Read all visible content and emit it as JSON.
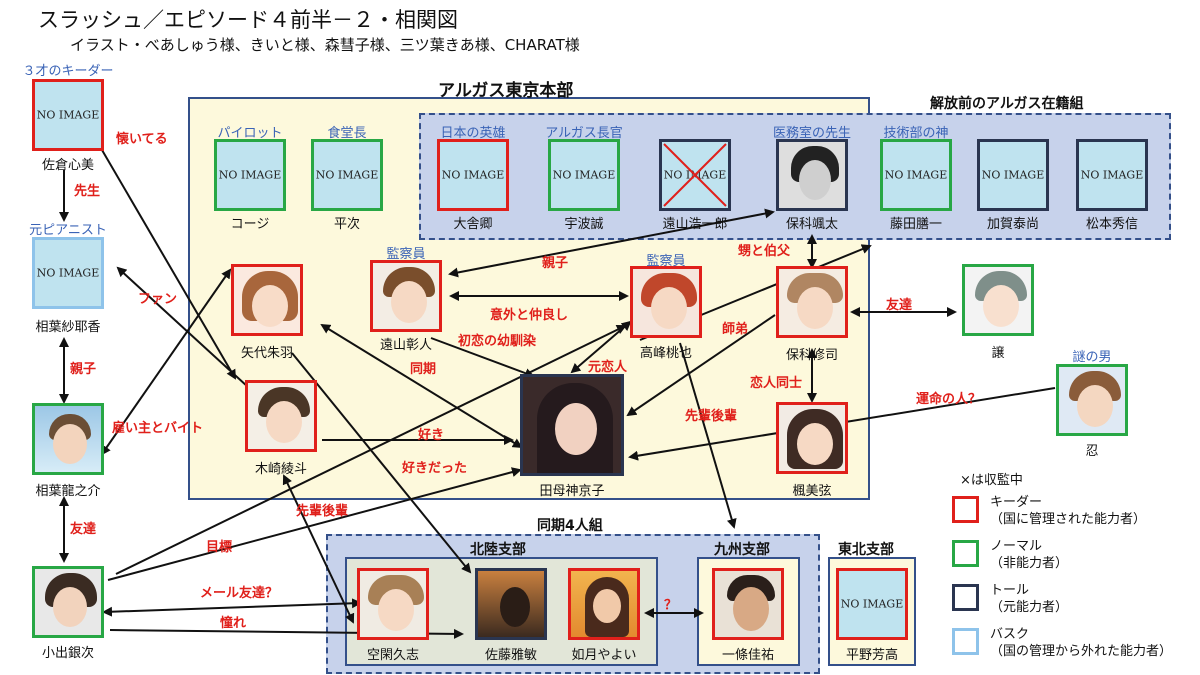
{
  "header": {
    "title": "スラッシュ／エピソード４前半－２・相関図",
    "credits": "イラスト・べあしゅう様、きいと様、森彗子様、三ツ葉きあ様、CHARAT様"
  },
  "regions": {
    "hq": "アルガス東京本部",
    "prelib": "解放前のアルガス在籍組",
    "doki": "同期4人組",
    "hokuriku": "北陸支部",
    "kyushu": "九州支部",
    "tohoku": "東北支部"
  },
  "placeholder": "NO IMAGE",
  "characters": [
    {
      "id": "sakura",
      "name": "佐倉心美",
      "role": "３才のキーダー",
      "type": "keeper",
      "photo": false
    },
    {
      "id": "aiba_sayaka",
      "name": "相葉紗耶香",
      "role": "元ピアニスト",
      "type": "bask",
      "photo": false
    },
    {
      "id": "aiba_ryu",
      "name": "相葉龍之介",
      "role": "",
      "type": "normal",
      "photo": true
    },
    {
      "id": "koide",
      "name": "小出銀次",
      "role": "",
      "type": "normal",
      "photo": true
    },
    {
      "id": "koji",
      "name": "コージ",
      "role": "パイロット",
      "type": "normal",
      "photo": false
    },
    {
      "id": "heiji",
      "name": "平次",
      "role": "食堂長",
      "type": "normal",
      "photo": false
    },
    {
      "id": "yashiro",
      "name": "矢代朱羽",
      "role": "",
      "type": "keeper",
      "photo": true
    },
    {
      "id": "kizaki",
      "name": "木崎綾斗",
      "role": "",
      "type": "keeper",
      "photo": true
    },
    {
      "id": "toyama_a",
      "name": "遠山彰人",
      "role": "監察員",
      "type": "keeper",
      "photo": true
    },
    {
      "id": "takamine",
      "name": "高峰桃也",
      "role": "監察員",
      "type": "keeper",
      "photo": true
    },
    {
      "id": "tamo",
      "name": "田母神京子",
      "role": "",
      "type": "toll",
      "photo": true
    },
    {
      "id": "hoshina_s",
      "name": "保科修司",
      "role": "",
      "type": "keeper",
      "photo": true
    },
    {
      "id": "kaede",
      "name": "楓美弦",
      "role": "",
      "type": "keeper",
      "photo": true
    },
    {
      "id": "daisha",
      "name": "大舎卿",
      "role": "日本の英雄",
      "type": "keeper",
      "photo": false
    },
    {
      "id": "hanami",
      "name": "宇波誠",
      "role": "アルガス長官",
      "type": "normal",
      "photo": false
    },
    {
      "id": "toyama_k",
      "name": "遠山浩一郎",
      "role": "",
      "type": "toll",
      "photo": false,
      "deceased": true
    },
    {
      "id": "hoshina_k",
      "name": "保科颯太",
      "role": "医務室の先生",
      "type": "toll",
      "photo": true
    },
    {
      "id": "fujita",
      "name": "藤田膳一",
      "role": "技術部の神",
      "type": "normal",
      "photo": false
    },
    {
      "id": "kaga",
      "name": "加賀泰尚",
      "role": "",
      "type": "toll",
      "photo": false
    },
    {
      "id": "matsumoto",
      "name": "松本秀信",
      "role": "",
      "type": "toll",
      "photo": false
    },
    {
      "id": "yuzuru",
      "name": "譲",
      "role": "",
      "type": "normal",
      "photo": true
    },
    {
      "id": "shinobu",
      "name": "忍",
      "role": "謎の男",
      "type": "normal",
      "photo": true
    },
    {
      "id": "sorashizu",
      "name": "空閑久志",
      "role": "",
      "type": "keeper",
      "photo": true
    },
    {
      "id": "sato",
      "name": "佐藤雅敏",
      "role": "",
      "type": "toll",
      "photo": true
    },
    {
      "id": "kisaragi",
      "name": "如月やよい",
      "role": "",
      "type": "keeper",
      "photo": true
    },
    {
      "id": "ichijo",
      "name": "一條佳祐",
      "role": "",
      "type": "keeper",
      "photo": true
    },
    {
      "id": "hirano",
      "name": "平野芳高",
      "role": "",
      "type": "keeper",
      "photo": false
    }
  ],
  "relations": [
    {
      "id": "r1",
      "label": "懐いてる"
    },
    {
      "id": "r2",
      "label": "先生"
    },
    {
      "id": "r3",
      "label": "ファン"
    },
    {
      "id": "r4",
      "label": "親子"
    },
    {
      "id": "r5",
      "label": "雇い主とバイト"
    },
    {
      "id": "r6",
      "label": "友達"
    },
    {
      "id": "r7",
      "label": "親子"
    },
    {
      "id": "r8",
      "label": "意外と仲良し"
    },
    {
      "id": "r9",
      "label": "初恋の幼馴染"
    },
    {
      "id": "r10",
      "label": "同期"
    },
    {
      "id": "r11",
      "label": "元恋人"
    },
    {
      "id": "r12",
      "label": "好き"
    },
    {
      "id": "r13",
      "label": "好きだった"
    },
    {
      "id": "r14",
      "label": "先輩後輩"
    },
    {
      "id": "r15",
      "label": "甥と伯父"
    },
    {
      "id": "r16",
      "label": "師弟"
    },
    {
      "id": "r17",
      "label": "友達"
    },
    {
      "id": "r18",
      "label": "恋人同士"
    },
    {
      "id": "r19",
      "label": "運命の人？"
    },
    {
      "id": "r20",
      "label": "先輩後輩"
    },
    {
      "id": "r21",
      "label": "目標"
    },
    {
      "id": "r22",
      "label": "メール友達？"
    },
    {
      "id": "r23",
      "label": "憧れ"
    },
    {
      "id": "r24",
      "label": "？"
    }
  ],
  "legend": {
    "note": "×は収監中",
    "items": [
      {
        "type": "keeper",
        "label": "キーダー\n（国に管理された能力者）",
        "color": "#e0201b"
      },
      {
        "type": "normal",
        "label": "ノーマル\n（非能力者）",
        "color": "#28a745"
      },
      {
        "type": "toll",
        "label": "トール\n（元能力者）",
        "color": "#2a3550"
      },
      {
        "type": "bask",
        "label": "バスク\n（国の管理から外れた能力者）",
        "color": "#8ec3ea"
      }
    ]
  },
  "colors": {
    "keeper": "#e0201b",
    "normal": "#28a745",
    "toll": "#2a3550",
    "bask": "#8ec3ea",
    "relation": "#e0201b",
    "role": "#3a63b6"
  }
}
